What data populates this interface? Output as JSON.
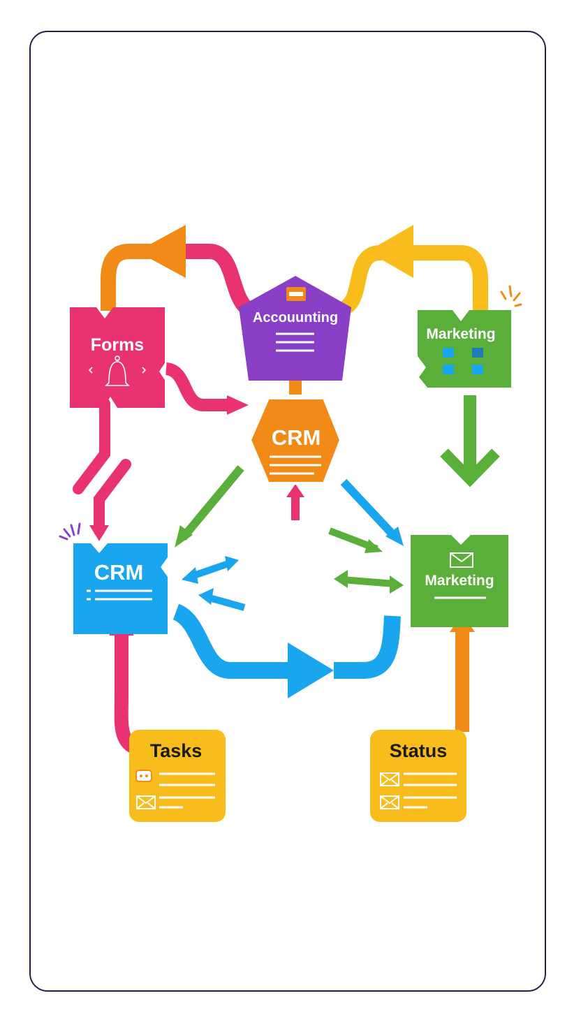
{
  "colors": {
    "pink": "#e8336f",
    "orange": "#f28a17",
    "purple": "#8a3fc7",
    "green": "#5aaf3a",
    "blue": "#1aa6ee",
    "yellow": "#f8bd1c",
    "frame_border": "#23224a"
  },
  "nodes": {
    "forms": {
      "label": "Forms",
      "shape": "notched-rect",
      "icon": "bell-icon"
    },
    "accounting": {
      "label": "Accouunting",
      "shape": "pentagon",
      "icon": "folder-icon"
    },
    "marketing_top": {
      "label": "Marketing",
      "shape": "notched-rect",
      "icon": "app-grid-icon"
    },
    "crm_center": {
      "label": "CRM",
      "shape": "hexagon"
    },
    "crm_left": {
      "label": "CRM",
      "shape": "notched-rect"
    },
    "marketing_right": {
      "label": "Marketing",
      "shape": "notched-rect",
      "icon": "envelope-icon"
    },
    "tasks": {
      "label": "Tasks",
      "shape": "rounded-rect",
      "icons": [
        "chat-icon",
        "envelope-icon"
      ]
    },
    "status": {
      "label": "Status",
      "shape": "rounded-rect",
      "icons": [
        "envelope-icon",
        "envelope-icon"
      ]
    }
  }
}
